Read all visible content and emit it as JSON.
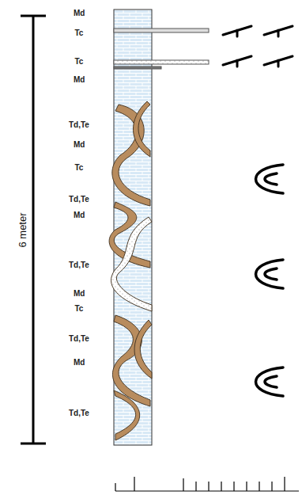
{
  "diagram": {
    "labels": [
      "Md",
      "Tc",
      "Tc",
      "Md",
      "Td,Te",
      "Md",
      "Tc",
      "Td,Te",
      "Md",
      "Td,Te",
      "Md",
      "Tc",
      "Td,Te",
      "Md",
      "Td,Te",
      "6 meter"
    ]
  }
}
